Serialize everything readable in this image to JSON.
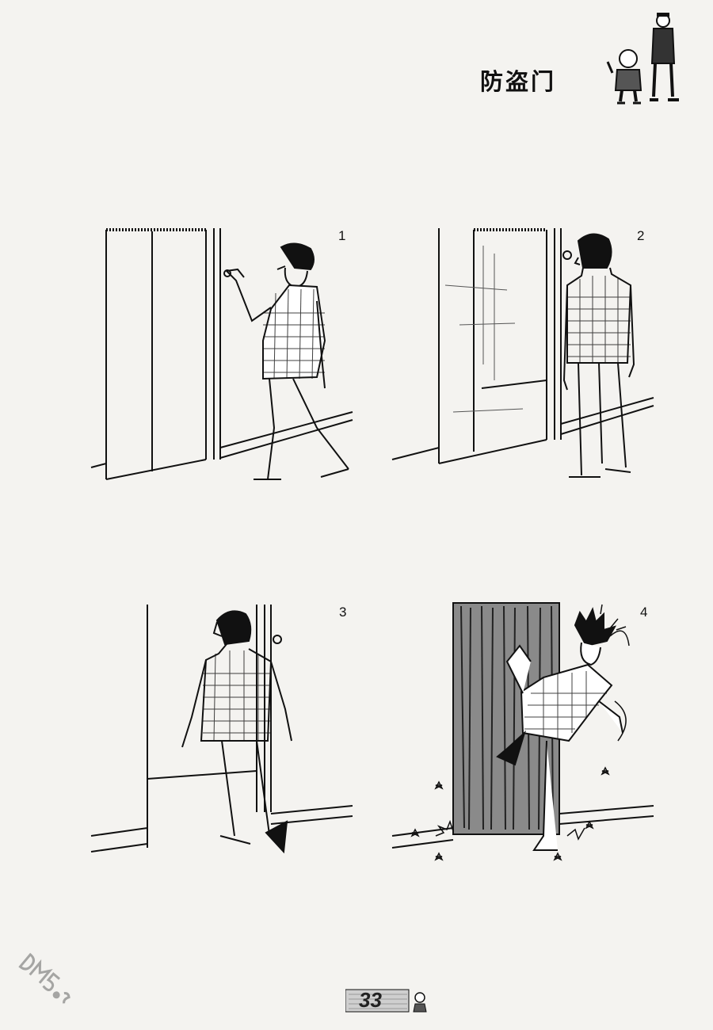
{
  "page": {
    "title": "防盗门",
    "page_number": "33"
  },
  "panels": [
    {
      "number": "1"
    },
    {
      "number": "2"
    },
    {
      "number": "3"
    },
    {
      "number": "4"
    }
  ],
  "colors": {
    "background": "#f4f3f0",
    "ink": "#111111",
    "footer_tab": "#cfcfcf"
  },
  "icons": {
    "mascots": "old-man-and-boy-icon",
    "watermark": "dm5-logo-icon"
  }
}
